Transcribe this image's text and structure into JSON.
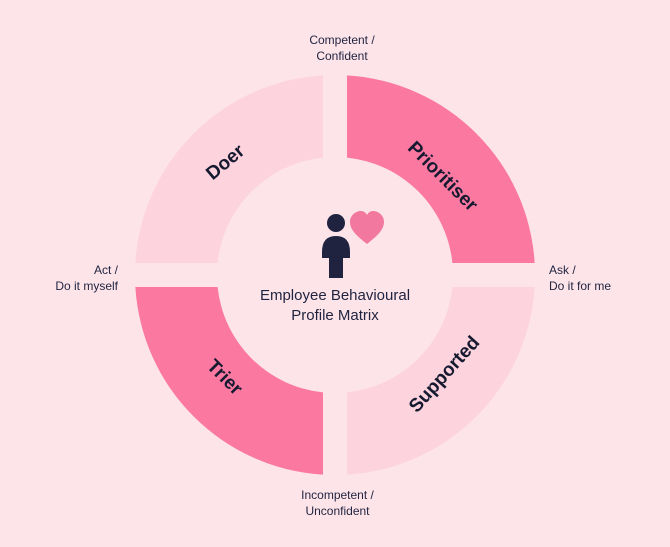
{
  "diagram": {
    "center_title_line1": "Employee Behavioural",
    "center_title_line2": "Profile Matrix",
    "center_icon": "person-with-heart-icon"
  },
  "axes": {
    "top": [
      "Competent /",
      "Confident"
    ],
    "bottom": [
      "Incompetent /",
      "Unconfident"
    ],
    "left": [
      "Act /",
      "Do it myself"
    ],
    "right": [
      "Ask /",
      "Do it for me"
    ]
  },
  "segments": {
    "doer": {
      "label": "Doer",
      "color": "#fdd3dd"
    },
    "prioritiser": {
      "label": "Prioritiser",
      "color": "#fb78a1"
    },
    "trier": {
      "label": "Trier",
      "color": "#fb78a1"
    },
    "supported": {
      "label": "Supported",
      "color": "#fdd3dd"
    }
  },
  "colors": {
    "background": "#fde4e9",
    "figure": "#1f2340",
    "heart": "#f2789f"
  }
}
